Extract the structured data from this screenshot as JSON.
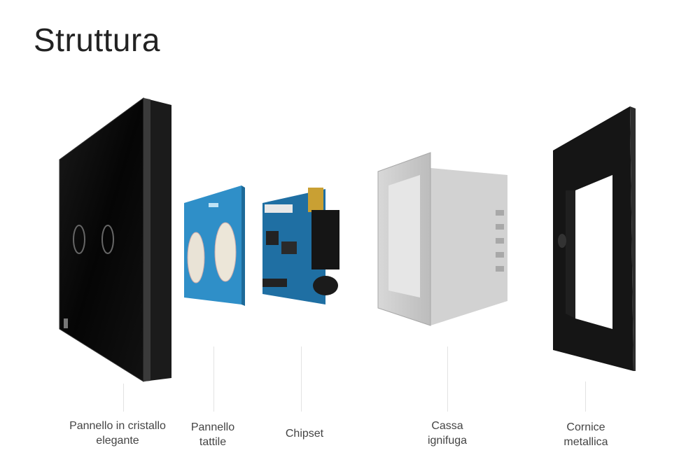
{
  "page": {
    "title": "Struttura"
  },
  "components": [
    {
      "line1": "Pannello in cristallo",
      "line2": "elegante"
    },
    {
      "line1": "Pannello",
      "line2": "tattile"
    },
    {
      "line1": "Chipset",
      "line2": ""
    },
    {
      "line1": "Cassa",
      "line2": "ignifuga"
    },
    {
      "line1": "Cornice",
      "line2": "metallica"
    }
  ],
  "colors": {
    "glass_panel": "#0d0d0d",
    "pcb_blue": "#2f8fc8",
    "chipset_board": "#1f6fa3",
    "housing_grey": "#c9c9c9",
    "frame_black": "#151515"
  },
  "icons": [
    "glass-panel-illustration",
    "touch-pcb-illustration",
    "chipset-illustration",
    "fireproof-box-illustration",
    "metal-frame-illustration"
  ]
}
